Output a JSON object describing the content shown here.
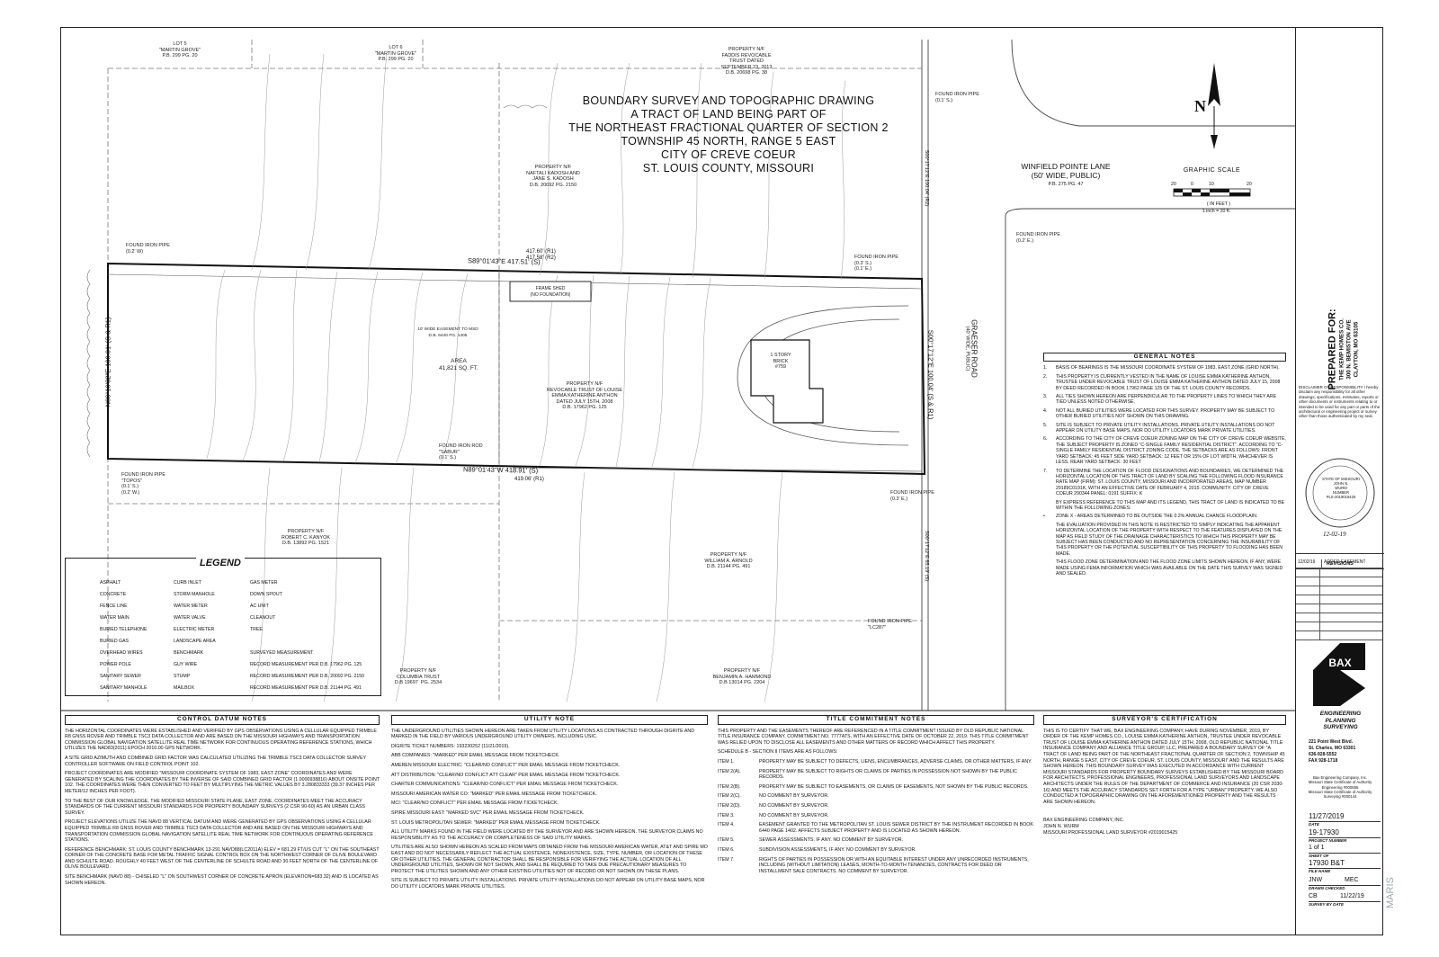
{
  "title": {
    "lines": [
      "BOUNDARY SURVEY AND TOPOGRAPHIC DRAWING",
      "A TRACT OF LAND BEING PART OF",
      "THE NORTHEAST FRACTIONAL QUARTER OF SECTION 2",
      "TOWNSHIP 45 NORTH, RANGE 5 EAST",
      "CITY OF CREVE COEUR",
      "ST. LOUIS COUNTY, MISSOURI"
    ]
  },
  "map": {
    "street": {
      "name": "WINFIELD POINTE LANE",
      "width": "(50' WIDE, PUBLIC)",
      "ref": "P.B. 275 PG. 47"
    },
    "road": {
      "name": "GRAESER ROAD",
      "width": "(40' WIDE, PUBLIC)"
    },
    "bearings": {
      "north": "S89°01'43\"E  417.51' (S)",
      "north_rec": "417.60' (R1)\n417.58' (R2)",
      "south": "N89°01'43\"W  418.91' (S)",
      "south_rec": "419.06' (R1)",
      "west": "N00°10'32\"E  100.01' (S & R1)",
      "east": "S00°17'12\"E  100.04' (S & R1)",
      "east_south": "S00°17'12\"E  85.19' (S)",
      "east_north": "S00°17'12\"E  100.04' (R2)"
    },
    "area": "AREA\n41,821 SQ. FT.",
    "owner_center": "PROPERTY N/F\nREVOCABLE TRUST OF LOUISE\nEMMA KATHERINE ANTHON\nDATED JULY 15TH, 2008\nD.B. 17962 PG. 125",
    "owner_north": "PROPERTY N/F\nNAFTALI KADOSH AND\nJANE S. KADOSH\nD.B. 20092 PG. 2150",
    "owner_top": "PROPERTY N/F\nFADDIS REVOCABLE\nTRUST DATED\nSEPTEMBER 23, 2013\nD.B. 20698 PG. 38",
    "owner_south": "PROPERTY N/F\nROBERT C. KANYOK\nD.B. 13892 PG. 1521",
    "owner_sw": "PROPERTY N/F\nWILLIAM A. ARNOLD\nD.B. 21144 PG. 491",
    "owner_columbia": "PROPERTY N/F\nCOLUMBIA TRUST\nD.B 19697  PG. 2534",
    "owner_hammond": "PROPERTY N/F\nBENJAMIN A. HAMMOND\nD.B 13014 PG. 2204",
    "lot5": "LOT 5\n\"MARTIN GROVE\"\nP.B. 299 PG. 20",
    "lot6": "LOT 6\n\"MARTIN GROVE\"\nP.B. 299 PG. 20",
    "house": "1 STORY\nBRICK\n#759",
    "frame_shed": "FRAME SHED\n(NO FOUNDATION)",
    "iron_pipe_nw": "FOUND IRON PIPE\n(0.2' W)",
    "iron_pipe_sw": "FOUND IRON PIPE\n\"TOPOS\"\n(0.1' S.)\n(0.2' W.)",
    "iron_rod": "FOUND IRON ROD\n\"SABUR\"\n(0.1' S.)",
    "iron_pipe_ne": "FOUND IRON PIPE\n(0.3' S.)\n(0.1' E.)",
    "iron_pipe_top": "FOUND IRON PIPE\n(0.1' S.)",
    "iron_pipe_right": "FOUND IRON PIPE\n(0.2' E.)",
    "iron_pipe_se": "FOUND IRON PIPE\n(0.3' E.)",
    "iron_pipe_lc": "FOUND IRON PIPE\n\"LC287\"",
    "easement": "10' WIDE EASEMENT TO MSD\nD.B. 6440 PG. 1405",
    "north_arrow": "N"
  },
  "graphic_scale": {
    "title": "GRAPHIC SCALE",
    "ticks": [
      "20",
      "0",
      "10",
      "20"
    ],
    "unit": "( IN FEET )",
    "ratio": "1 inch = 20 ft."
  },
  "legend": {
    "title": "LEGEND",
    "items": [
      "ASPHALT",
      "CONCRETE",
      "FENCE LINE",
      "WATER MAIN",
      "BURIED TELEPHONE",
      "BURIED GAS",
      "OVERHEAD WIRES",
      "POWER POLE",
      "SANITARY SEWER",
      "SANITARY MANHOLE",
      "CURB INLET",
      "STORM MANHOLE",
      "WATER METER",
      "WATER VALVE",
      "ELECTRIC METER",
      "LANDSCAPE AREA",
      "BENCHMARK",
      "GUY WIRE",
      "STUMP",
      "MAILBOX",
      "GAS METER",
      "DOWN SPOUT",
      "AC UNIT",
      "CLEANOUT",
      "TREE",
      "SURVEYED MEASUREMENT",
      "RECORD MEASUREMENT PER D.B. 17962 PG. 125",
      "RECORD MEASUREMENT PER D.B. 20092 PG. 2150",
      "RECORD MEASUREMENT PER D.B. 21144 PG. 491"
    ]
  },
  "general_notes": {
    "title": "GENERAL NOTES",
    "items": [
      "BASIS OF BEARINGS IS THE MISSOURI COORDINATE SYSTEM OF 1983, EAST ZONE (GRID NORTH).",
      "THIS PROPERTY IS CURRENTLY VESTED IN THE NAME OF LOUISE EMMA KATHERINE ANTHON, TRUSTEE UNDER REVOCABLE TRUST OF LOUISE EMMA KATHERINE ANTHON DATED JULY 15, 2008 BY DEED RECORDED IN BOOK 17962 PAGE 125 OF THE ST. LOUIS COUNTY RECORDS.",
      "ALL TIES SHOWN HEREON ARE PERPENDICULAR TO THE PROPERTY LINES TO WHICH THEY ARE TIED UNLESS NOTED OTHERWISE.",
      "NOT ALL BURIED UTILITIES WERE LOCATED FOR THIS SURVEY. PROPERTY MAY BE SUBJECT TO OTHER BURIED UTILITIES NOT SHOWN ON THIS DRAWING.",
      "SITE IS SUBJECT TO PRIVATE UTILITY INSTALLATIONS. PRIVATE UTILITY INSTALLATIONS DO NOT APPEAR ON UTILITY BASE MAPS, NOR DO UTILITY LOCATORS MARK PRIVATE UTILITIES.",
      "ACCORDING TO THE CITY OF CREVE COEUR ZONING MAP ON THE CITY OF CREVE COEUR WEBSITE, THE SUBJECT PROPERTY IS ZONED \"C-SINGLE FAMILY RESIDENTIAL DISTRICT\". ACCORDING TO \"C-SINGLE FAMILY RESIDENTIAL DISTRICT ZONING CODE, THE SETBACKS ARE AS FOLLOWS: FRONT YARD SETBACK: 45 FEET  SIDE YARD SETBACK: 12 FEET OR 15% OF LOT WIDTH, WHICHEVER IS LESS.  REAR YARD SETBACK: 30 FEET",
      "TO DETERMINE THE LOCATION OF FLOOD DESIGNATIONS AND BOUNDARIES, WE DETERMINED THE HORIZONTAL LOCATION OF THIS TRACT OF LAND BY SCALING THE FOLLOWING FLOOD INSURANCE RATE MAP (FIRM): ST. LOUIS COUNTY, MISSOURI AND INCORPORATED AREAS, MAP NUMBER 29189C0191K, WITH AN EFFECTIVE DATE OF FEBRUARY 4, 2015. COMMUNITY: CITY OF CREVE COEUR 290344  PANEL: 0191  SUFFIX: K"
    ],
    "nums": [
      "1.",
      "2.",
      "3.",
      "4.",
      "5.",
      "6.",
      "7."
    ],
    "extra": [
      "BY EXPRESS REFERENCE TO THIS MAP AND ITS LEGEND, THIS TRACT OF LAND IS INDICATED TO BE WITHIN THE FOLLOWING ZONES:",
      "ZONE X - AREAS DETERMINED TO BE OUTSIDE THE 0.2% ANNUAL CHANCE FLOODPLAIN.",
      "THE EVALUATION PROVIDED IN THIS NOTE IS RESTRICTED TO SIMPLY INDICATING THE APPARENT HORIZONTAL LOCATION OF THE PROPERTY WITH RESPECT TO THE FEATURES DISPLAYED ON THE MAP AS FIELD STUDY OF THE DRAINAGE CHARACTERISTICS TO WHICH THIS PROPERTY MAY BE SUBJECT HAS BEEN CONDUCTED AND NO REPRESENTATION CONCERNING THE INSURABILITY OF THIS PROPERTY OR THE POTENTIAL SUSCEPTIBILITY OF THIS PROPERTY TO FLOODING HAS BEEN MADE.",
      "THIS FLOOD ZONE DETERMINATION AND THE FLOOD ZONE LIMITS SHOWN HEREON, IF ANY, WERE MADE USING FEMA INFORMATION WHICH WAS AVAILABLE ON THE DATE THIS SURVEY WAS SIGNED AND SEALED."
    ]
  },
  "control_datum": {
    "title": "CONTROL DATUM NOTES",
    "paras": [
      "THE HORIZONTAL COORDINATES WERE ESTABLISHED AND VERIFIED BY GPS OBSERVATIONS USING A CELLULAR EQUIPPED TRIMBLE R8 GNSS ROVER AND TRIMBLE TSC3 DATA COLLECTOR AND ARE BASED ON THE MISSOURI HIGHWAYS AND TRANSPORTATION COMMISSION GLOBAL NAVIGATION SATELLITE REAL TIME NETWORK FOR CONTINUOUS OPERATING REFERENCE STATIONS, WHICH UTILIZES THE NAD83(2011) EPOCH 2010.00 GPS NETWORK.",
      "A SITE GRID AZIMUTH AND COMBINED GRID FACTOR WAS CALCULATED UTILIZING THE TRIMBLE TSC3 DATA COLLECTOR SURVEY CONTROLLER SOFTWARE ON FIELD CONTROL POINT 102.",
      "PROJECT COORDINATES ARE MODIFIED \"MISSOURI COORDINATE SYSTEM OF 1983, EAST ZONE\" COORDINATES AND WERE GENERATED BY SCALING THE COORDINATES BY THE INVERSE OF SAID COMBINED GRID FACTOR (1.0000938816) ABOUT ONSITE POINT 102. THE COORDINATES WERE THEN CONVERTED TO FEET BY MULTIPLYING THE METRIC VALUES BY 3.280833333 (39.37 INCHES PER METER/12 INCHES PER FOOT).",
      "TO THE BEST OF OUR KNOWLEDGE, THE MODIFIED MISSOURI STATE PLANE, EAST ZONE, COORDINATES MEET THE ACCURACY STANDARDS OF THE CURRENT MISSOURI STANDARDS FOR PROPERTY BOUNDARY SURVEYS (2 CSR 90-60) AS AN URBAN CLASS SURVEY.",
      "PROJECT ELEVATIONS UTILIZE THE NAVD 88 VERTICAL DATUM AND WERE GENERATED BY GPS OBSERVATIONS USING A CELLULAR EQUIPPED TRIMBLE R8 GNSS ROVER AND TRIMBLE TSC3 DATA COLLECTOR AND ARE BASED ON THE MISSOURI HIGHWAYS AND TRANSPORTATION COMMISSION GLOBAL NAVIGATION SATELLITE REAL TIME NETWORK FOR CONTINUOUS OPERATING REFERENCE STATIONS.",
      "REFERENCE BENCHMARK: ST. LOUIS COUNTY BENCHMARK 13-291  NAVD88(LC2011A) ELEV = 681.29 FT/US  CUT \"L\" ON THE SOUTHEAST CORNER OF THE CONCRETE BASE FOR METAL TRAFFIC SIGNAL CONTROL BOX ON THE NORTHWEST CORNER OF OLIVE BOULEVARD AND SCHULTE ROAD. ROUGHLY 40 FEET WEST OF THE CENTERLINE OF SCHULTE ROAD AND 30 FEET NORTH OF THE CENTERLINE OF OLIVE BOULEVARD.",
      "SITE BENCHMARK (NAVD 88) - CHISELED \"L\" ON SOUTHWEST CORNER OF CONCRETE APRON (ELEVATION=683.32) AND IS LOCATED AS SHOWN HEREON."
    ]
  },
  "utility_note": {
    "title": "UTILITY NOTE",
    "paras": [
      "THE UNDERGROUND UTILITIES SHOWN HEREON ARE TAKEN FROM UTILITY LOCATIONS AS CONTRACTED THROUGH DIGRITE AND MARKED IN THE FIELD BY VARIOUS UNDERGROUND UTILITY OWNERS, INCLUDING USIC.",
      "DIGRITE TICKET NUMBERS: 193230252 (11/21/2019).",
      "ABB COMPANIES: \"MARKED\" PER EMAIL MESSAGE FROM TICKETCHECK.",
      "AMEREN MISSOURI ELECTRIC: \"CLEAR/NO CONFLICT\" PER EMAIL MESSAGE FROM TICKETCHECK.",
      "ATT DISTRIBUTION: \"CLEAR/NO CONFLICT ATT CLEAR\" PER EMAIL MESSAGE FROM TICKETCHECK.",
      "CHARTER COMMUNICATIONS: \"CLEAR/NO CONFLICT\" PER EMAIL MESSAGE FROM TICKETCHECK.",
      "MISSOURI AMERICAN WATER CO: \"MARKED\" PER EMAIL MESSAGE FROM TICKETCHECK.",
      "MCI: \"CLEAR/NO CONFLICT\" PER EMAIL MESSAGE FROM TICKETCHECK.",
      "SPIRE MISSOURI EAST: \"MARKED SVC\" PER EMAIL MESSAGE FROM TICKETCHECK.",
      "ST. LOUIS METROPOLITAN SEWER: \"MARKED\" PER EMAIL MESSAGE FROM TICKETCHECK.",
      "ALL UTILITY MARKS FOUND IN THE FIELD WERE LOCATED BY THE SURVEYOR AND ARE SHOWN HEREON. THE SURVEYOR CLAIMS NO RESPONSIBILITY AS TO THE ACCURACY OR COMPLETENESS OF SAID UTILITY MARKS.",
      "UTILITIES ARE ALSO SHOWN HEREON AS SCALED FROM MAPS OBTAINED FROM THE MISSOURI AMERICAN WATER, AT&T AND SPIRE MO EAST AND DO NOT NECESSARILY REFLECT THE ACTUAL EXISTENCE, NONEXISTENCE, SIZE, TYPE, NUMBER, OR LOCATION OF THESE OR OTHER UTILITIES. THE GENERAL CONTRACTOR SHALL BE RESPONSIBLE FOR VERIFYING THE ACTUAL LOCATION OF ALL UNDERGROUND UTILITIES, SHOWN OR NOT SHOWN, AND SHALL BE REQUIRED TO TAKE DUE PRECAUTIONARY MEASURES TO PROTECT THE UTILITIES SHOWN AND ANY OTHER EXISTING UTILITIES NOT OF RECORD OR NOT SHOWN ON THESE PLANS.",
      "SITE IS SUBJECT TO PRIVATE UTILITY INSTALLATIONS. PRIVATE UTILITY INSTALLATIONS DO NOT APPEAR ON UTILITY BASE MAPS, NOR DO UTILITY LOCATORS MARK PRIVATE UTILITIES."
    ]
  },
  "title_commitment": {
    "title": "TITLE COMMITMENT NOTES",
    "intro": "THIS PROPERTY AND THE EASEMENTS THEREOF ARE REFERENCED IN A TITLE COMMITMENT ISSUED BY OLD REPUBLIC NATIONAL TITLE INSURANCE COMPANY, COMMITMENT NO. 7777ATS, WITH AN EFFECTIVE DATE OF OCTOBER 22, 2019. THIS TITLE COMMITMENT WAS RELIED UPON TO DISCLOSE ALL EASEMENTS AND OTHER MATTERS OF RECORD WHICH AFFECT THIS PROPERTY.",
    "schedule": "SCHEDULE B - SECTION II ITEMS ARE AS FOLLOWS:",
    "items": [
      {
        "k": "ITEM 1.",
        "v": "PROPERTY MAY BE SUBJECT TO DEFECTS, LIENS, ENCUMBRANCES, ADVERSE CLAIMS, OR OTHER MATTERS, IF ANY."
      },
      {
        "k": "ITEM 2(A).",
        "v": "PROPERTY MAY BE SUBJECT TO RIGHTS OR CLAIMS OF PARTIES IN POSSESSION NOT SHOWN BY THE PUBLIC RECORDS."
      },
      {
        "k": "ITEM 2(B).",
        "v": "PROPERTY MAY BE SUBJECT TO EASEMENTS, OR CLAIMS OF EASEMENTS, NOT SHOWN BY THE PUBLIC RECORDS."
      },
      {
        "k": "ITEM 2(C).",
        "v": "NO COMMENT BY SURVEYOR."
      },
      {
        "k": "ITEM 2(D).",
        "v": "NO COMMENT BY SURVEYOR."
      },
      {
        "k": "ITEM 3.",
        "v": "NO COMMENT BY SURVEYOR."
      },
      {
        "k": "ITEM 4.",
        "v": "EASEMENT GRANTED TO THE METROPOLITAN ST. LOUIS SEWER DISTRICT BY THE INSTRUMENT RECORDED IN BOOK 6440 PAGE 1402. AFFECTS SUBJECT PROPERTY AND IS LOCATED AS SHOWN HEREON."
      },
      {
        "k": "ITEM 5.",
        "v": "SEWER ASSESSMENTS, IF ANY. NO COMMENT BY SURVEYOR."
      },
      {
        "k": "ITEM 6.",
        "v": "SUBDIVISION ASSESSMENTS, IF ANY. NO COMMENT BY SURVEYOR."
      },
      {
        "k": "ITEM 7.",
        "v": "RIGHTS OF PARTIES IN POSSESSION OR WITH AN EQUITABLE INTEREST UNDER ANY UNRECORDED INSTRUMENTS, INCLUDING (WITHOUT LIMITATION) LEASES, MONTH-TO-MONTH TENANCIES, CONTRACTS FOR DEED OR INSTALLMENT SALE CONTRACTS. NO COMMENT BY SURVEYOR."
      }
    ]
  },
  "surveyor_cert": {
    "title": "SURVEYOR'S CERTIFICATION",
    "body": "THIS IS TO CERTIFY THAT WE, BAX ENGINEERING COMPANY, HAVE DURING NOVEMBER, 2019, BY ORDER OF THE KEMP HOMES CO., LOUISE EMMA KATHERINE ANTHON, TRUSTEE UNDER REVOCABLE TRUST OF LOUISE EMMA KATHERINE ANTHON DATED JULY 15TH, 2008, OLD REPUBLIC NATIONAL TITLE INSURANCE COMPANY AND ALLIANCE TITLE GROUP, LLC, PREPARED A BOUNDARY SURVEY OF \"A TRACT OF LAND BEING PART OF THE NORTHEAST FRACTIONAL QUARTER OF SECTION 2, TOWNSHIP 45 NORTH, RANGE 5 EAST, CITY OF CREVE COEUR, ST. LOUIS COUNTY, MISSOURI\" AND THE RESULTS ARE SHOWN HEREON. THIS BOUNDARY SURVEY WAS EXECUTED IN ACCORDANCE WITH CURRENT MISSOURI STANDARDS FOR PROPERTY BOUNDARY SURVEYS ESTABLISHED BY THE MISSOURI BOARD FOR ARCHITECTS, PROFESSIONAL ENGINEERS, PROFESSIONAL LAND SURVEYORS AND LANDSCAPE ARCHITECTS UNDER THE RULES OF THE DEPARTMENT OF COMMERCE AND INSURANCE (20 CSR 2030-16) AND MEETS THE ACCURACY STANDARDS SET FORTH FOR A TYPE \"URBAN\" PROPERTY. WE ALSO CONDUCTED A TOPOGRAPHIC DRAWING ON THE AFOREMENTIONED PROPERTY AND THE RESULTS ARE SHOWN HEREON.",
    "company": "BAX ENGINEERING COMPANY, INC.",
    "name": "JOHN N. WURM",
    "license": "MISSOURI PROFESSIONAL LAND SURVEYOR #2019015425"
  },
  "title_block": {
    "prepared_for": "PREPARED FOR:",
    "client": "THE KEMP HOMES CO.",
    "address1": "300 N. BEMISTON AVE",
    "address2": "CLAYTON, MO 63105",
    "disclaimer": "DISCLAIMER OF RESPONSIBILITY I hereby disclaim any responsibility for all other drawings, specifications, estimates, reports or other documents or instruments relating to or intended to be used for any part or parts of the architectural or engineering project or survey other than those authenticated by my seal.",
    "seal": "STATE OF MISSOURI\nJOHN N.\nWURM\nNUMBER\nPLS-2019015425",
    "seal_date": "12-02-19",
    "revisions_title": "REVISIONS",
    "revisions": [
      {
        "date": "12/02/19",
        "desc": "ADDED EASEMENT"
      }
    ],
    "firm_logo": "BAX",
    "firm_line1": "ENGINEERING",
    "firm_line2": "PLANNING",
    "firm_line3": "SURVEYING",
    "firm_addr": "221 Point West Blvd.\nSt. Charles, MO 63301\n636-928-5552\nFAX 928-1718",
    "firm_cert": "Bax Engineering Company, Inc.\nMissouri State Certificate of Authority\nEngineering #000655\nMissouri State Certificate of Authority\nSurveying #000144",
    "date": "11/27/2019",
    "date_label": "DATE",
    "project_number": "19-17930",
    "project_label": "PROJECT NUMBER",
    "sheet": "1 of 1",
    "sheet_label": "SHEET OF",
    "file_name": "17930 B&T",
    "file_label": "FILE NAME",
    "drawn": "JNW",
    "checked": "MEC",
    "drawn_label": "DRAWN  CHECKED",
    "survey_by": "CB",
    "survey_date": "11/22/19",
    "survey_label": "SURVEY BY  DATE"
  },
  "watermark": "MARIS"
}
